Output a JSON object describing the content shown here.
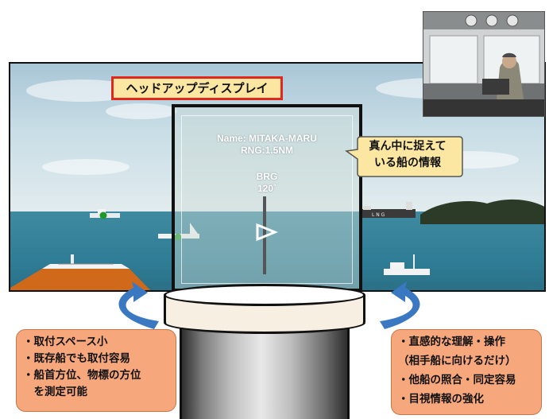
{
  "hud_title": "ヘッドアップディスプレイ",
  "hud": {
    "name_line": "Name: MITAKA-MARU",
    "range_line": "RNG:1.5NM",
    "bearing_label": "BRG",
    "bearing_value": "120˚"
  },
  "callout": {
    "line1": "真ん中に捉えて",
    "line2": "いる船の情報"
  },
  "ship_hull_text": "L N G",
  "left_features": [
    "・取付スペース小",
    "・既存船でも取付容易",
    "・船首方位、物標の方位",
    "　を測定可能"
  ],
  "right_features": [
    "・直感的な理解・操作",
    "（相手船に向けるだけ）",
    "・他船の照合・同定容易",
    "・目視情報の強化"
  ],
  "colors": {
    "title_border": "#e0281e",
    "title_fill": "#fbe7a2",
    "feature_fill": "#f7a77c",
    "callout_fill": "#fbe7a2",
    "arrow_blue": "#3b78c2",
    "marker_green": "#1f9a2a"
  }
}
